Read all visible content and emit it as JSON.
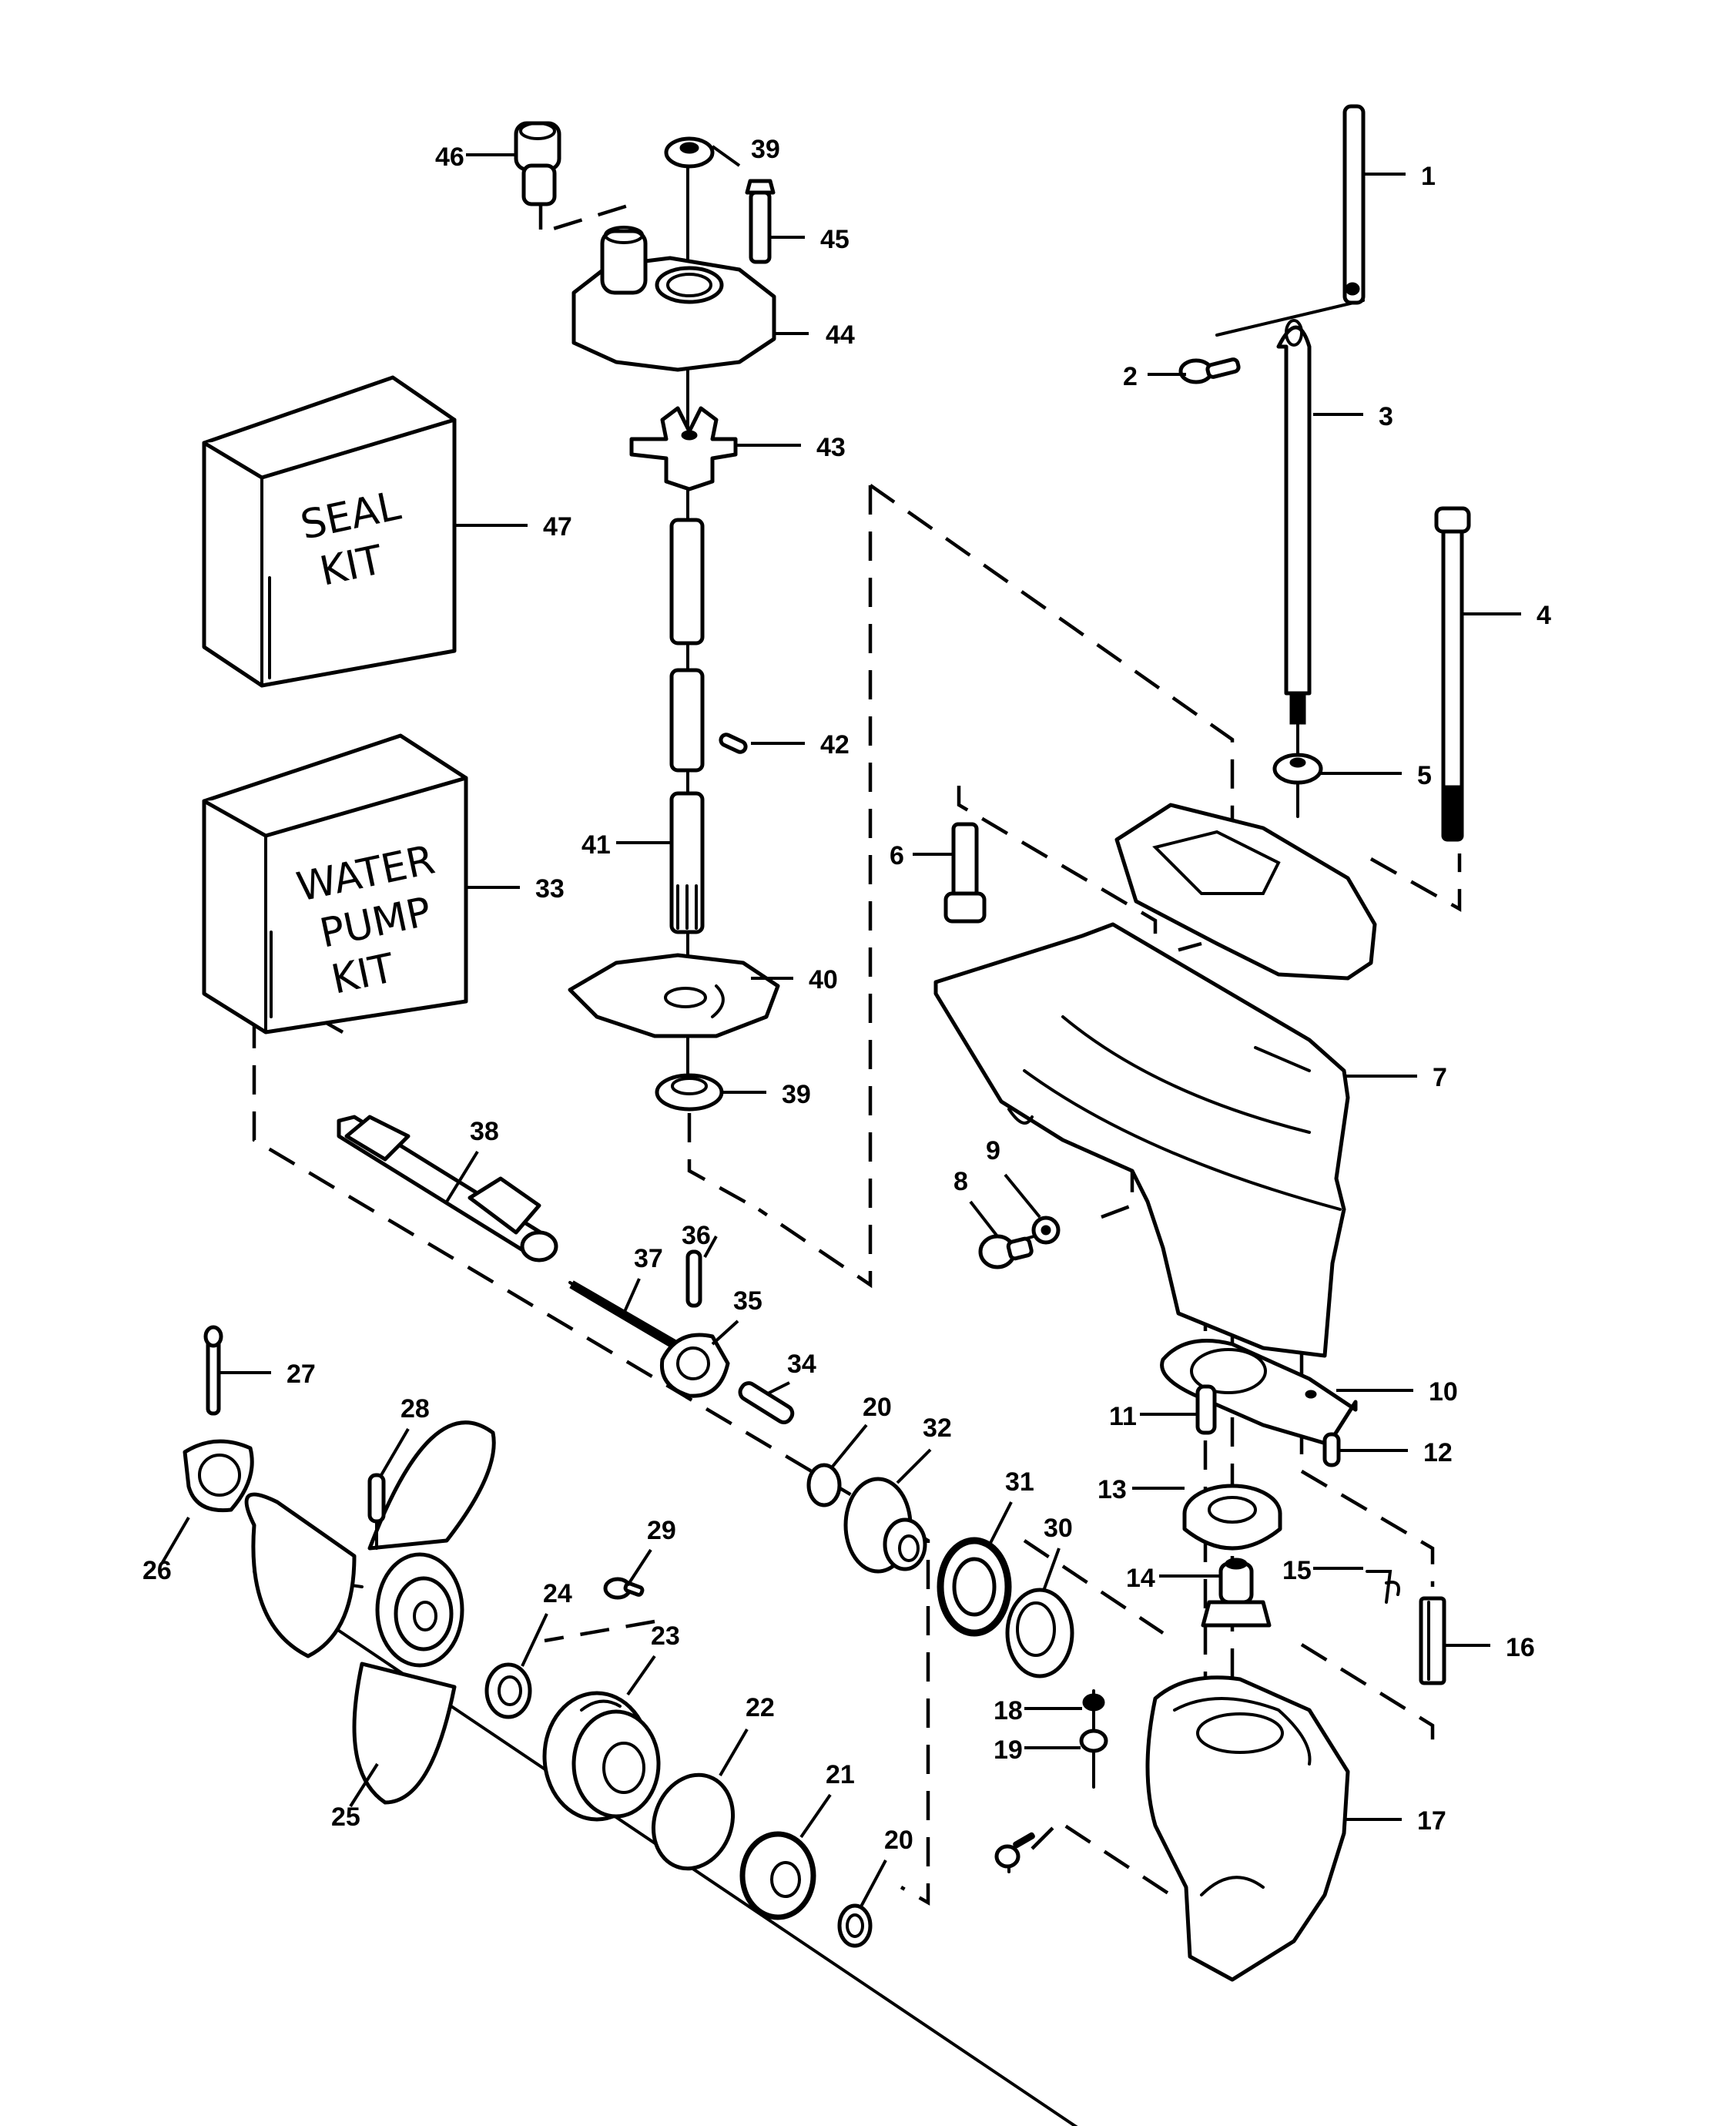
{
  "diagram": {
    "title": "Gear Housing / Water Pump Exploded Parts Diagram",
    "ink_color": "#000000",
    "paper_color": "#ffffff",
    "kits": [
      {
        "id": "seal-kit",
        "lines": [
          "SEAL",
          "KIT"
        ],
        "callout": "47"
      },
      {
        "id": "water-pump-kit",
        "lines": [
          "WATER",
          "PUMP",
          "KIT"
        ],
        "callout": "33"
      }
    ],
    "callouts": [
      {
        "n": "1",
        "part": "shift-rod"
      },
      {
        "n": "2",
        "part": "screw"
      },
      {
        "n": "3",
        "part": "shift-rod-lower"
      },
      {
        "n": "4",
        "part": "long-bolt"
      },
      {
        "n": "5",
        "part": "grommet"
      },
      {
        "n": "6",
        "part": "stud-bolt"
      },
      {
        "n": "7",
        "part": "driveshaft-housing"
      },
      {
        "n": "8",
        "part": "drain-screw-upper"
      },
      {
        "n": "9",
        "part": "washer-upper"
      },
      {
        "n": "10",
        "part": "gasket"
      },
      {
        "n": "11",
        "part": "stud"
      },
      {
        "n": "12",
        "part": "dowel-pin"
      },
      {
        "n": "13",
        "part": "ball-bearing"
      },
      {
        "n": "14",
        "part": "pinion-gear"
      },
      {
        "n": "15",
        "part": "clip"
      },
      {
        "n": "16",
        "part": "anode-block"
      },
      {
        "n": "17",
        "part": "gear-housing"
      },
      {
        "n": "18",
        "part": "seal-washer"
      },
      {
        "n": "19",
        "part": "nut"
      },
      {
        "n": "20",
        "part": "shim-upper"
      },
      {
        "n": "20",
        "part": "shim-lower"
      },
      {
        "n": "21",
        "part": "reverse-gear"
      },
      {
        "n": "22",
        "part": "o-ring"
      },
      {
        "n": "23",
        "part": "bearing-carrier"
      },
      {
        "n": "24",
        "part": "oil-seal"
      },
      {
        "n": "25",
        "part": "propeller"
      },
      {
        "n": "26",
        "part": "prop-nut-cap"
      },
      {
        "n": "27",
        "part": "cotter-pin"
      },
      {
        "n": "28",
        "part": "shear-pin"
      },
      {
        "n": "29",
        "part": "carrier-screw"
      },
      {
        "n": "30",
        "part": "thrust-washer"
      },
      {
        "n": "31",
        "part": "thrust-bearing"
      },
      {
        "n": "32",
        "part": "forward-gear"
      },
      {
        "n": "33",
        "part": "water-pump-kit"
      },
      {
        "n": "34",
        "part": "clutch-pin"
      },
      {
        "n": "35",
        "part": "clutch-dog"
      },
      {
        "n": "36",
        "part": "roll-pin"
      },
      {
        "n": "37",
        "part": "spring"
      },
      {
        "n": "38",
        "part": "propeller-shaft"
      },
      {
        "n": "39",
        "part": "seal-upper"
      },
      {
        "n": "39",
        "part": "seal-lower"
      },
      {
        "n": "40",
        "part": "pump-base-plate"
      },
      {
        "n": "41",
        "part": "driveshaft-lower"
      },
      {
        "n": "42",
        "part": "impeller-key"
      },
      {
        "n": "43",
        "part": "impeller"
      },
      {
        "n": "44",
        "part": "pump-housing"
      },
      {
        "n": "45",
        "part": "pump-bolt"
      },
      {
        "n": "46",
        "part": "water-tube-grommet"
      },
      {
        "n": "47",
        "part": "seal-kit"
      }
    ]
  }
}
